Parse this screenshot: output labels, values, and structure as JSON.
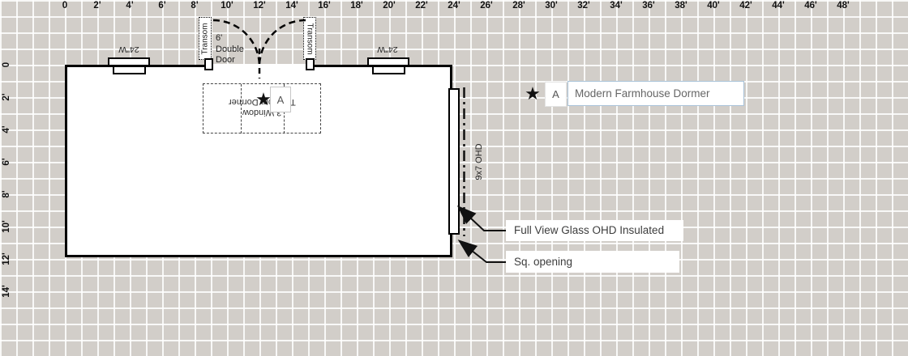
{
  "colors": {
    "canvas_bg": "#d2cec9",
    "grid_line": "#ffffff",
    "wall": "#000000",
    "legend_input_border": "#a9c3d9",
    "marker_star": "#111111"
  },
  "icons": {
    "star": "★"
  },
  "rulers": {
    "top": {
      "labels": [
        "0",
        "2'",
        "4'",
        "6'",
        "8'",
        "10'",
        "12'",
        "14'",
        "16'",
        "18'",
        "20'",
        "22'",
        "24'",
        "26'",
        "28'",
        "30'",
        "32'",
        "34'",
        "36'",
        "38'",
        "40'",
        "42'",
        "44'",
        "46'",
        "48'"
      ]
    },
    "left": {
      "labels": [
        "0",
        "2'",
        "4'",
        "6'",
        "8'",
        "10'",
        "12'",
        "14'"
      ]
    }
  },
  "plan": {
    "windows": [
      {
        "label": "24\"W"
      },
      {
        "label": "24\"W"
      }
    ],
    "double_door": {
      "label_lines": [
        "6'",
        "Double",
        "Door"
      ],
      "transom_label": "Transom"
    },
    "dormer": {
      "label_lines": [
        "Transom Dormer",
        "3 Window"
      ],
      "marker_letter": "A"
    },
    "ohd_label": "9x7 OHD"
  },
  "annotations": {
    "full_view_label": "Full View Glass OHD Insulated",
    "sq_opening_label": "Sq. opening"
  },
  "legend": {
    "marker_letter": "A",
    "name_value": "Modern Farmhouse Dormer"
  }
}
